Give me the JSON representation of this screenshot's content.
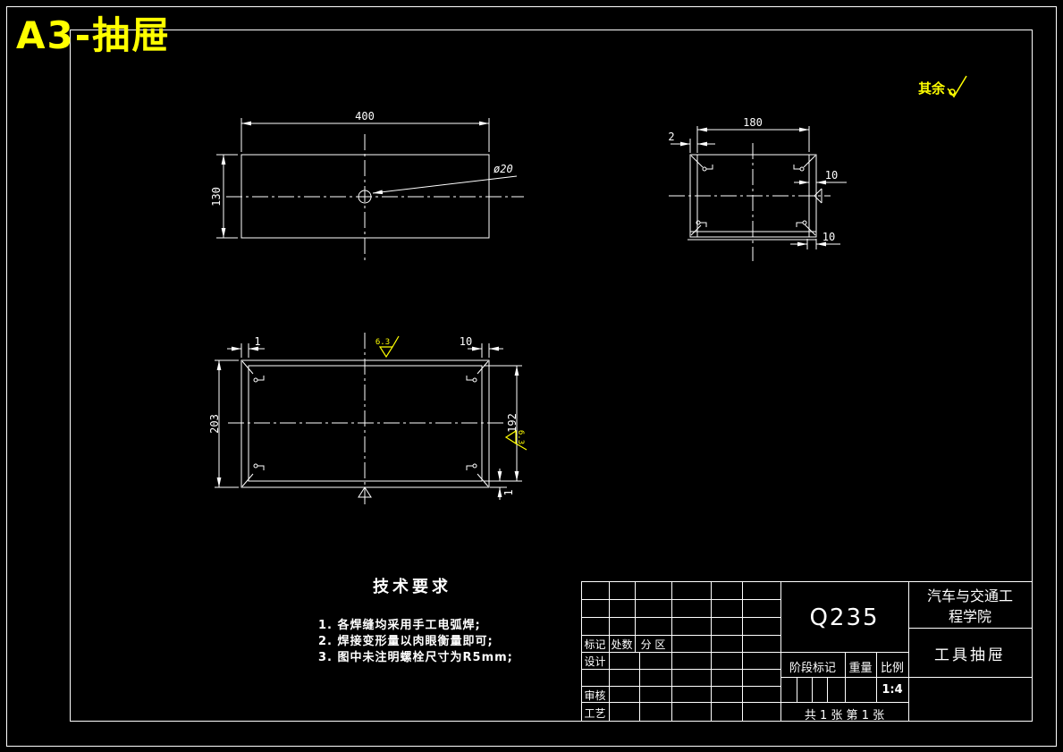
{
  "sheet": {
    "title": "A3-抽屉",
    "surface_note": "其余",
    "colors": {
      "background": "#000000",
      "line": "#ffffff",
      "accent": "#ffff00"
    }
  },
  "views": {
    "front": {
      "width": "400",
      "height": "130",
      "hole_dia": "ø20"
    },
    "side": {
      "width": "180",
      "wall": "2",
      "flange_right": "10",
      "flange_bottom": "10"
    },
    "plan": {
      "gap_left": "1",
      "gap_right": "10",
      "outer_height": "203",
      "inner_height": "192",
      "gap_bottom": "1",
      "roughness_top": "6.3",
      "roughness_right": "6.3"
    }
  },
  "tech_req": {
    "heading": "技术要求",
    "items": [
      "1. 各焊缝均采用手工电弧焊;",
      "2. 焊接变形量以肉眼衡量即可;",
      "3. 图中未注明螺栓尺寸为R5mm;"
    ]
  },
  "title_block": {
    "material": "Q235",
    "org_line1": "汽车与交通工",
    "org_line2": "程学院",
    "part_name": "工具抽屉",
    "row_labels": {
      "mark": "标记",
      "count": "处数",
      "zone": "分 区",
      "design": "设计",
      "check": "审核",
      "process": "工艺"
    },
    "stage_label": "阶段标记",
    "weight_label": "重量",
    "scale_label": "比例",
    "scale_value": "1:4",
    "sheet_info": "共 1 张  第 1 张"
  }
}
